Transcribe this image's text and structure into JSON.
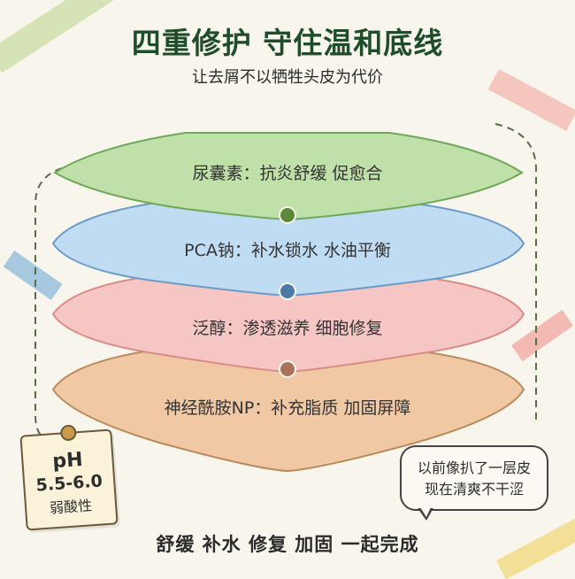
{
  "header": {
    "title": "四重修护 守住温和底线",
    "subtitle": "让去屑不以牺牲头皮为代价"
  },
  "layers": [
    {
      "label": "尿囊素：抗炎舒缓 促愈合",
      "color": "#bfe0a8",
      "stroke": "#6fa85a"
    },
    {
      "label": "PCA钠：补水锁水 水油平衡",
      "color": "#bfdcf2",
      "stroke": "#6b9cc6"
    },
    {
      "label": "泛醇：渗透滋养 细胞修复",
      "color": "#f6c6c4",
      "stroke": "#d98b87"
    },
    {
      "label": "神经酰胺NP：补充脂质 加固屏障",
      "color": "#f0c9a4",
      "stroke": "#b98a5c"
    }
  ],
  "connector_dots": [
    "#5c8a3a",
    "#4a7aa8",
    "#a8735a"
  ],
  "ph_note": {
    "label": "pH",
    "range": "5.5-6.0",
    "description": "弱酸性"
  },
  "speech_bubble": {
    "line1": "以前像扒了一层皮",
    "line2": "现在清爽不干涩"
  },
  "footer": {
    "text": "舒缓 补水 修复 加固 一起完成"
  }
}
